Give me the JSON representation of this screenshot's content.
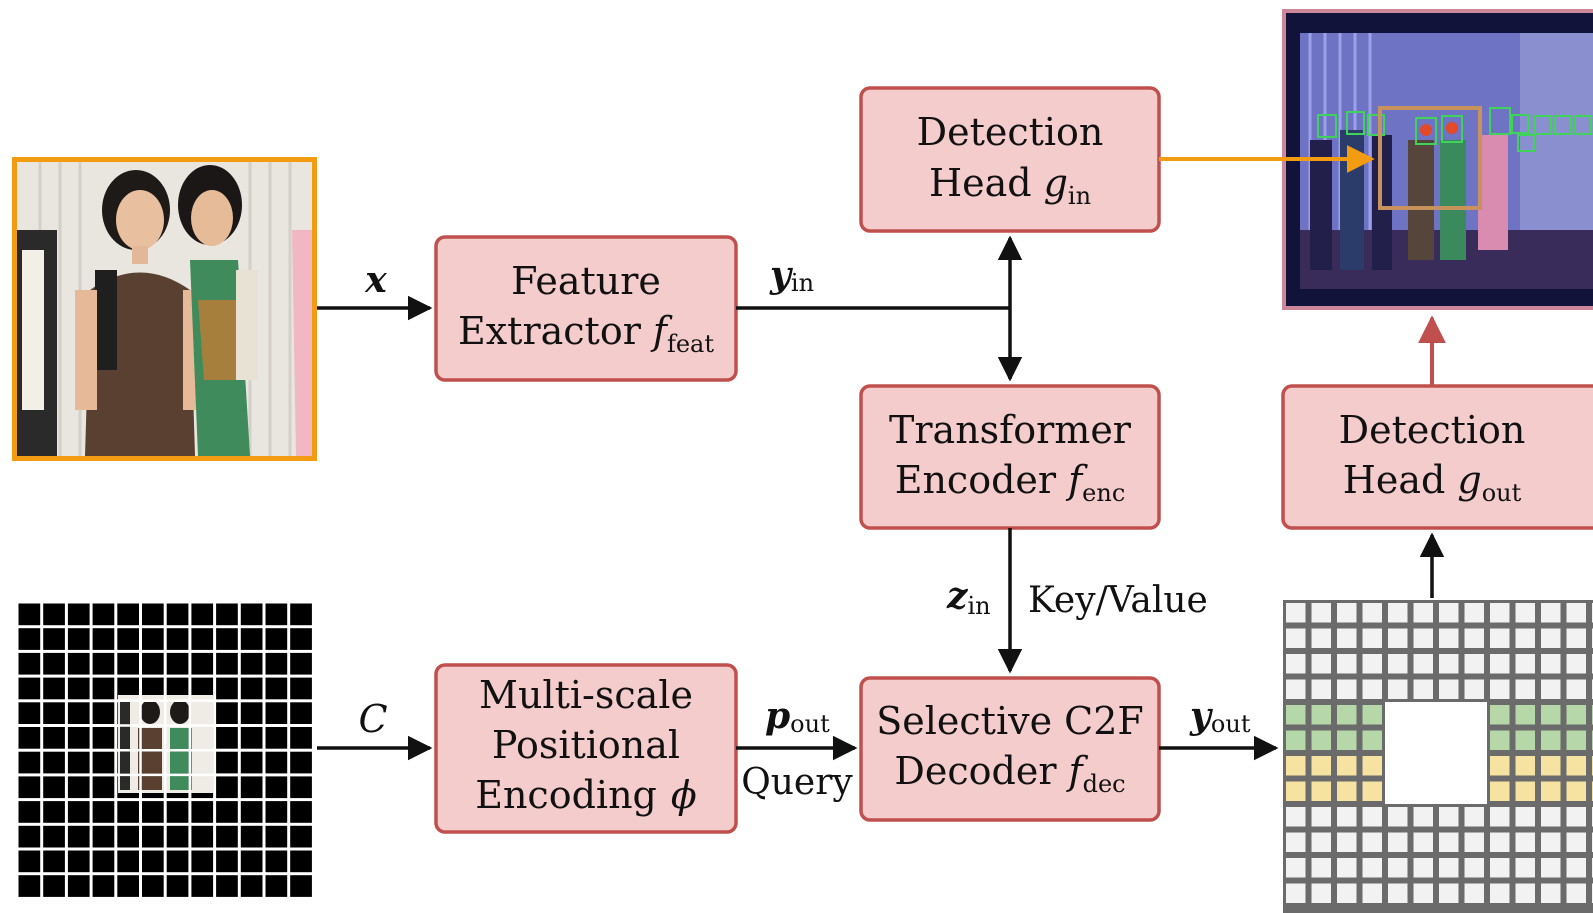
{
  "colors": {
    "box_fill": "#f4cccc",
    "box_stroke": "#c0504d",
    "arrow": "#111111",
    "orange": "#f39c12",
    "grid_gray": "#666666",
    "green_cell": "#b6d7a8",
    "yellow_cell": "#f6e3a1"
  },
  "boxes": {
    "detection_head_in": {
      "line1": "Detection",
      "line2": "Head",
      "sym": "g",
      "sub": "in"
    },
    "feature_extractor": {
      "line1": "Feature",
      "line2": "Extractor",
      "sym": "f",
      "sub": "feat"
    },
    "transformer_encoder": {
      "line1": "Transformer",
      "line2": "Encoder",
      "sym": "f",
      "sub": "enc"
    },
    "detection_head_out": {
      "line1": "Detection",
      "line2": "Head",
      "sym": "g",
      "sub": "out"
    },
    "positional_encoding": {
      "line1": "Multi-scale",
      "line2": "Positional",
      "line3": "Encoding",
      "sym": "ϕ"
    },
    "c2f_decoder": {
      "line1": "Selective C2F",
      "line2": "Decoder",
      "sym": "f",
      "sub": "dec"
    }
  },
  "labels": {
    "x": "x",
    "y_in": "y",
    "y_in_sub": "in",
    "z_in": "z",
    "z_in_sub": "in",
    "key_value": "Key/Value",
    "c": "C",
    "p_out": "p",
    "p_out_sub": "out",
    "query": "Query",
    "y_out": "y",
    "y_out_sub": "out"
  },
  "icons": {
    "input_photo": "group-of-people-photo-icon",
    "detection_result": "face-detection-result-photo-icon",
    "coord_grid": "coordinate-grid-icon",
    "output_grid": "output-token-grid-icon"
  }
}
